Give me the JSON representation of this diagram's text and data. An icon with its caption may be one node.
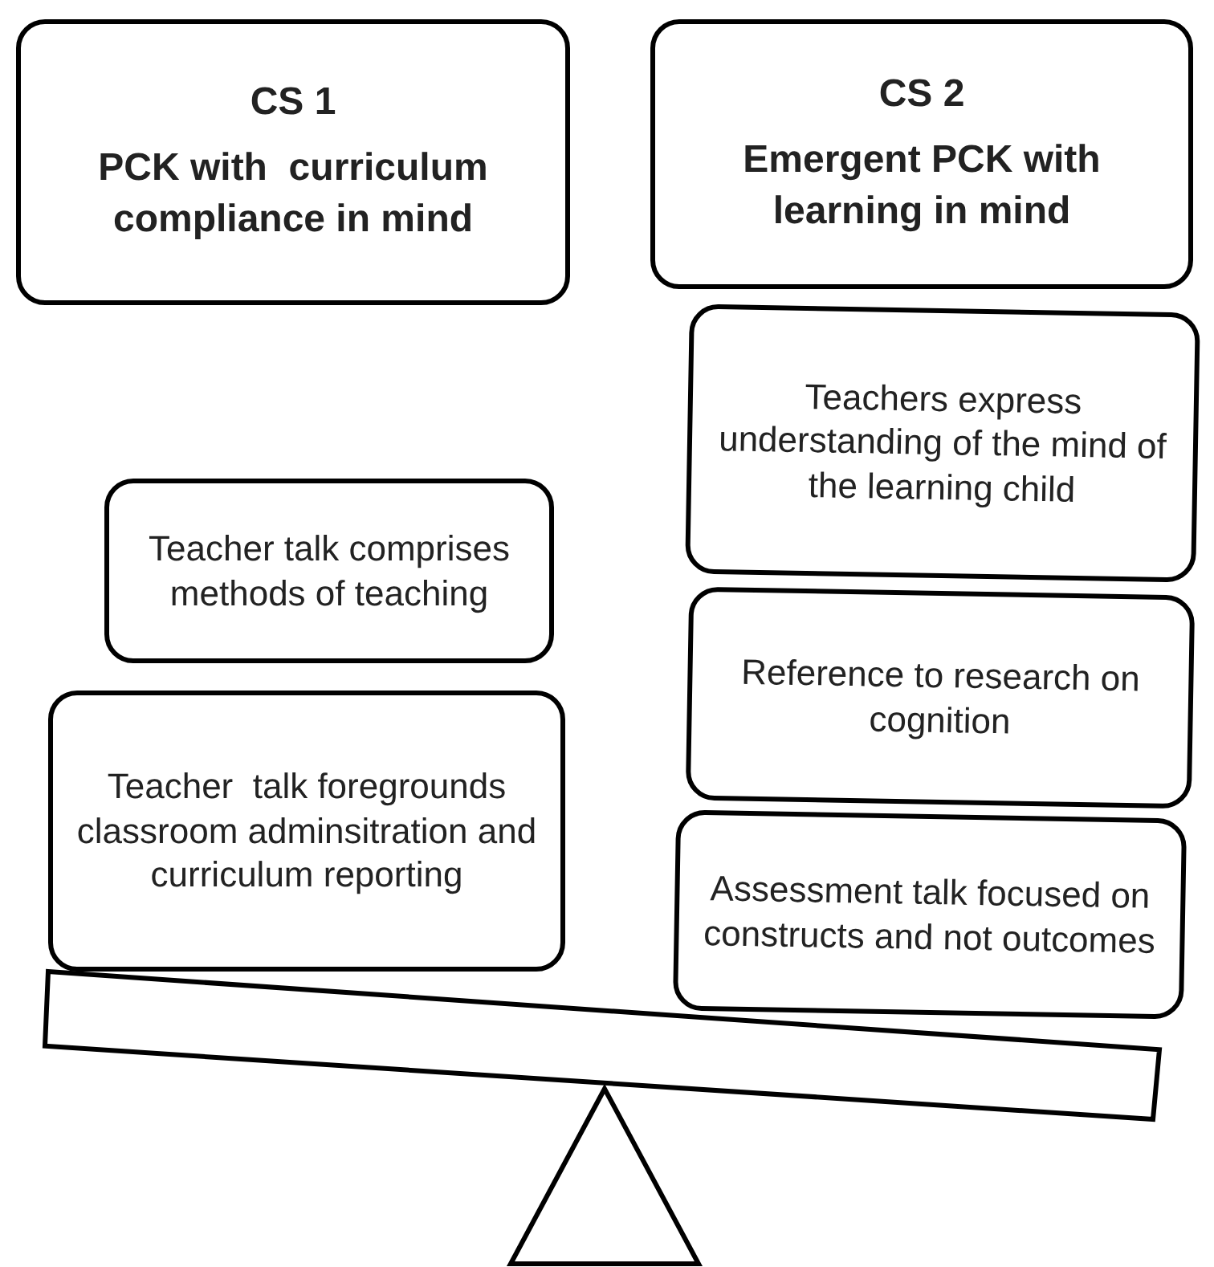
{
  "diagram": {
    "nodes": [
      {
        "text": [
          "CS 1",
          "PCK with  curriculum compliance in mind"
        ]
      },
      {
        "text": [
          "CS 2",
          "Emergent PCK with learning in mind"
        ]
      },
      {
        "text": [
          "Teacher talk comprises methods of teaching"
        ]
      },
      {
        "text": [
          "Teacher  talk foregrounds classroom adminsitration and curriculum reporting"
        ]
      },
      {
        "text": [
          "Teachers express understanding of the mind of the learning child"
        ]
      },
      {
        "text": [
          "Reference to research on cognition"
        ]
      },
      {
        "text": [
          "Assessment talk focused on constructs and not outcomes"
        ]
      },
      {
        "text": [],
        "shape": "bar"
      },
      {
        "text": [],
        "shape": "triangle"
      }
    ]
  }
}
